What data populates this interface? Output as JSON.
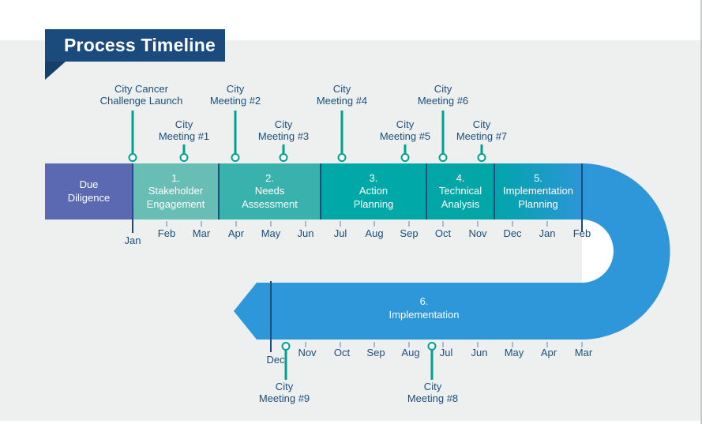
{
  "title_banner": {
    "label": "Process Timeline"
  },
  "colors": {
    "background_gray": "#eef0ef",
    "banner_navy": "#1b4b7c",
    "text_navy": "#1b4e7e",
    "due_diligence_purple": "#5a69b2",
    "segment1_teal": "#68bdb5",
    "segment2_teal": "#39b1ac",
    "segment3_teal": "#00a8a8",
    "segment4_teal": "#02a6a6",
    "segment5_gradient_start": "#00a5ab",
    "segment5_gradient_end": "#2d95d7",
    "implementation_blue": "#2e97d9",
    "meeting_marker_teal": "#00a093",
    "tick_light_blue": "#a9b8d4"
  },
  "top_timeline": {
    "segments": [
      {
        "lines": [
          "Due",
          "Diligence"
        ]
      },
      {
        "lines": [
          "1.",
          "Stakeholder",
          "Engagement"
        ]
      },
      {
        "lines": [
          "2.",
          "Needs",
          "Assessment"
        ]
      },
      {
        "lines": [
          "3.",
          "Action",
          "Planning"
        ]
      },
      {
        "lines": [
          "4.",
          "Technical",
          "Analysis"
        ]
      },
      {
        "lines": [
          "5.",
          "Implementation",
          "Planning"
        ]
      }
    ],
    "months": [
      "Jan",
      "Feb",
      "Mar",
      "Apr",
      "May",
      "Jun",
      "Jul",
      "Aug",
      "Sep",
      "Oct",
      "Nov",
      "Dec",
      "Jan",
      "Feb"
    ]
  },
  "bottom_timeline": {
    "segment_lines": [
      "6.",
      "Implementation"
    ],
    "months": [
      "Dec",
      "Nov",
      "Oct",
      "Sep",
      "Aug",
      "Jul",
      "Jun",
      "May",
      "Apr",
      "Mar"
    ]
  },
  "meetings_top": [
    {
      "lines": [
        "City Cancer",
        "Challenge Launch"
      ]
    },
    {
      "lines": [
        "City",
        "Meeting #1"
      ]
    },
    {
      "lines": [
        "City",
        "Meeting #2"
      ]
    },
    {
      "lines": [
        "City",
        "Meeting #3"
      ]
    },
    {
      "lines": [
        "City",
        "Meeting #4"
      ]
    },
    {
      "lines": [
        "City",
        "Meeting #5"
      ]
    },
    {
      "lines": [
        "City",
        "Meeting #6"
      ]
    },
    {
      "lines": [
        "City",
        "Meeting #7"
      ]
    }
  ],
  "meetings_bottom": [
    {
      "lines": [
        "City",
        "Meeting #9"
      ]
    },
    {
      "lines": [
        "City",
        "Meeting #8"
      ]
    }
  ]
}
